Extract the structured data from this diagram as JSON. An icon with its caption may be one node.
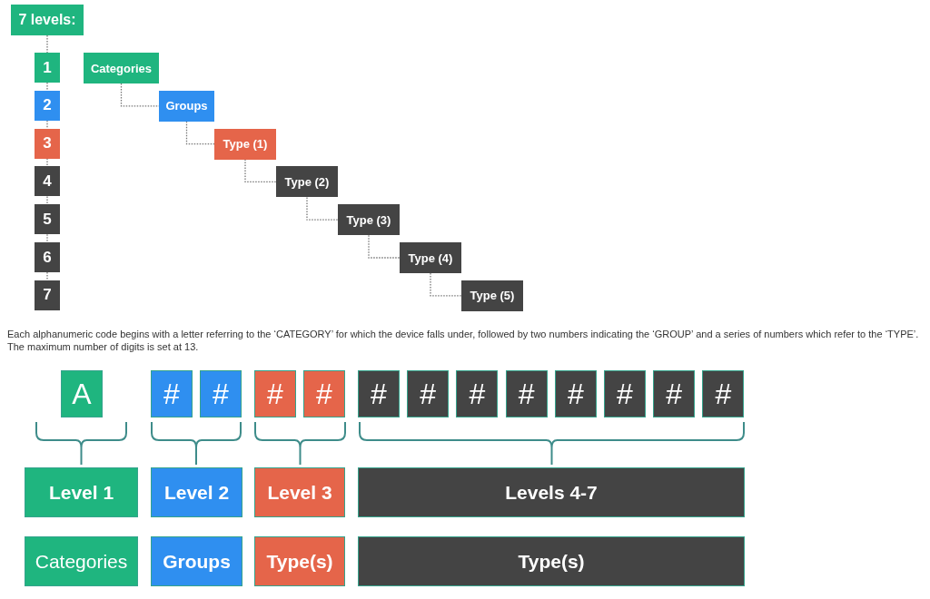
{
  "diagram": {
    "nodes": [
      {
        "text": [
          "7 levels:"
        ]
      },
      {
        "text": [
          "1"
        ]
      },
      {
        "text": [
          "2"
        ]
      },
      {
        "text": [
          "3"
        ]
      },
      {
        "text": [
          "4"
        ]
      },
      {
        "text": [
          "5"
        ]
      },
      {
        "text": [
          "6"
        ]
      },
      {
        "text": [
          "7"
        ]
      },
      {
        "text": [
          "Categories"
        ]
      },
      {
        "text": [
          "Groups"
        ]
      },
      {
        "text": [
          "Type (1)"
        ]
      },
      {
        "text": [
          "Type (2)"
        ]
      },
      {
        "text": [
          "Type (3)"
        ]
      },
      {
        "text": [
          "Type (4)"
        ]
      },
      {
        "text": [
          "Type (5)"
        ]
      },
      {
        "text": [
          "A"
        ]
      },
      {
        "text": [
          "#"
        ]
      },
      {
        "text": [
          "#"
        ]
      },
      {
        "text": [
          "#"
        ]
      },
      {
        "text": [
          "#"
        ]
      },
      {
        "text": [
          "#"
        ]
      },
      {
        "text": [
          "#"
        ]
      },
      {
        "text": [
          "#"
        ]
      },
      {
        "text": [
          "#"
        ]
      },
      {
        "text": [
          "#"
        ]
      },
      {
        "text": [
          "#"
        ]
      },
      {
        "text": [
          "#"
        ]
      },
      {
        "text": [
          "#"
        ]
      },
      {
        "text": [
          "Level 1"
        ]
      },
      {
        "text": [
          "Level 2"
        ]
      },
      {
        "text": [
          "Level 3"
        ]
      },
      {
        "text": [
          "Levels 4-7"
        ]
      },
      {
        "text": [
          "Categories"
        ]
      },
      {
        "text": [
          "Groups"
        ]
      },
      {
        "text": [
          "Type(s)"
        ]
      },
      {
        "text": [
          "Type(s)"
        ]
      }
    ],
    "edges": [
      {
        "from": 0,
        "to": 1,
        "arrow": "none",
        "style": "dashed"
      },
      {
        "from": 1,
        "to": 2,
        "arrow": "none",
        "style": "dashed"
      },
      {
        "from": 2,
        "to": 3,
        "arrow": "none",
        "style": "dashed"
      },
      {
        "from": 3,
        "to": 4,
        "arrow": "none",
        "style": "dashed"
      },
      {
        "from": 4,
        "to": 5,
        "arrow": "none",
        "style": "dashed"
      },
      {
        "from": 5,
        "to": 6,
        "arrow": "none",
        "style": "dashed"
      },
      {
        "from": 6,
        "to": 7,
        "arrow": "none",
        "style": "dashed"
      },
      {
        "from": 8,
        "to": 9,
        "arrow": "none",
        "style": "dashed"
      },
      {
        "from": 9,
        "to": 10,
        "arrow": "none",
        "style": "dashed"
      },
      {
        "from": 10,
        "to": 11,
        "arrow": "none",
        "style": "dashed"
      },
      {
        "from": 11,
        "to": 12,
        "arrow": "none",
        "style": "dashed"
      },
      {
        "from": 12,
        "to": 13,
        "arrow": "none",
        "style": "dashed"
      },
      {
        "from": 13,
        "to": 14,
        "arrow": "none",
        "style": "dashed"
      }
    ],
    "labels": [
      "Each alphanumeric code begins with a letter referring to the ‘CATEGORY’ for which the device falls under, followed by two numbers indicating the ‘GROUP’ and a series of numbers which refer to the ‘TYPE’. The maximum number of digits is set at 13."
    ]
  }
}
